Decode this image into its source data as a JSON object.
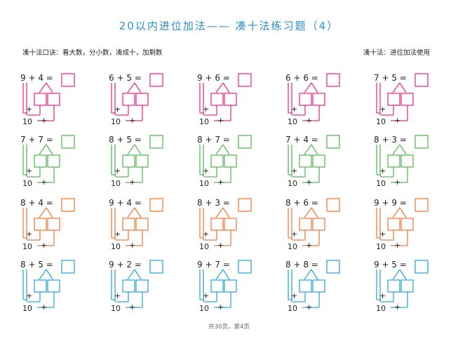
{
  "title": "20以内进位加法—— 凑十法练习题（4）",
  "tip_left": "凑十法口诀：看大数，分小数，凑成十，加剩数",
  "tip_right": "凑十法：进位加法使用",
  "footer": "共30页，第4页",
  "labels": {
    "ten": "10",
    "plus": "+"
  },
  "row_colors": [
    "#e8308a",
    "#5bb65a",
    "#f07b3f",
    "#2ea8d8"
  ],
  "rows": [
    [
      {
        "expr": "9 + 4 ="
      },
      {
        "expr": "6 + 5 ="
      },
      {
        "expr": "9 + 6 ="
      },
      {
        "expr": "6 + 6 ="
      },
      {
        "expr": "7 + 5 ="
      }
    ],
    [
      {
        "expr": "7 + 7 ="
      },
      {
        "expr": "8 + 5 ="
      },
      {
        "expr": "8 + 7 ="
      },
      {
        "expr": "7 + 4 ="
      },
      {
        "expr": "8 + 3 ="
      }
    ],
    [
      {
        "expr": "8 + 4 ="
      },
      {
        "expr": "9 + 4 ="
      },
      {
        "expr": "8 + 3 ="
      },
      {
        "expr": "8 + 6 ="
      },
      {
        "expr": "9 + 9 ="
      }
    ],
    [
      {
        "expr": "8 + 5 ="
      },
      {
        "expr": "9 + 2 ="
      },
      {
        "expr": "9 + 7 ="
      },
      {
        "expr": "8 + 8 ="
      },
      {
        "expr": "9 + 5 ="
      }
    ]
  ]
}
